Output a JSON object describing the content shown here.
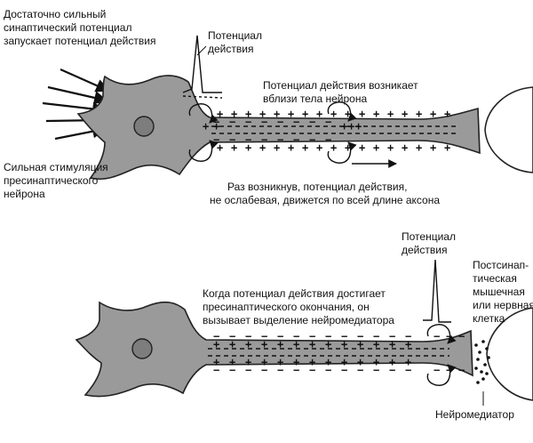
{
  "top": {
    "strong_potential": [
      "Достаточно сильный",
      "синаптический потенциал",
      "запускает потенциал действия"
    ],
    "action_potential_label": [
      "Потенциал",
      "действия"
    ],
    "arises_near_body": [
      "Потенциал действия возникает",
      "вблизи тела нейрона"
    ],
    "strong_stimulation": [
      "Сильная стимуляция",
      "пресинаптического",
      "нейрона"
    ],
    "propagates": [
      "Раз возникнув, потенциал действия,",
      "не ослабевая, движется по всей длине аксона"
    ]
  },
  "bottom": {
    "action_potential_label": [
      "Потенциал",
      "действия"
    ],
    "reaches_terminal": [
      "Когда потенциал действия достигает",
      "пресинаптического окончания, он",
      "вызывает выделение нейромедиатора"
    ],
    "postsynaptic_cell": [
      "Постсинап-",
      "тическая",
      "мышечная",
      "или нервная",
      "клетка"
    ],
    "neurotransmitter": "Нейромедиатор"
  },
  "charges": {
    "plus": "+",
    "minus": "−"
  },
  "colors": {
    "cell_fill": "#9a9a9a",
    "nucleus_fill": "#7d7d7d",
    "ink": "#111111"
  }
}
